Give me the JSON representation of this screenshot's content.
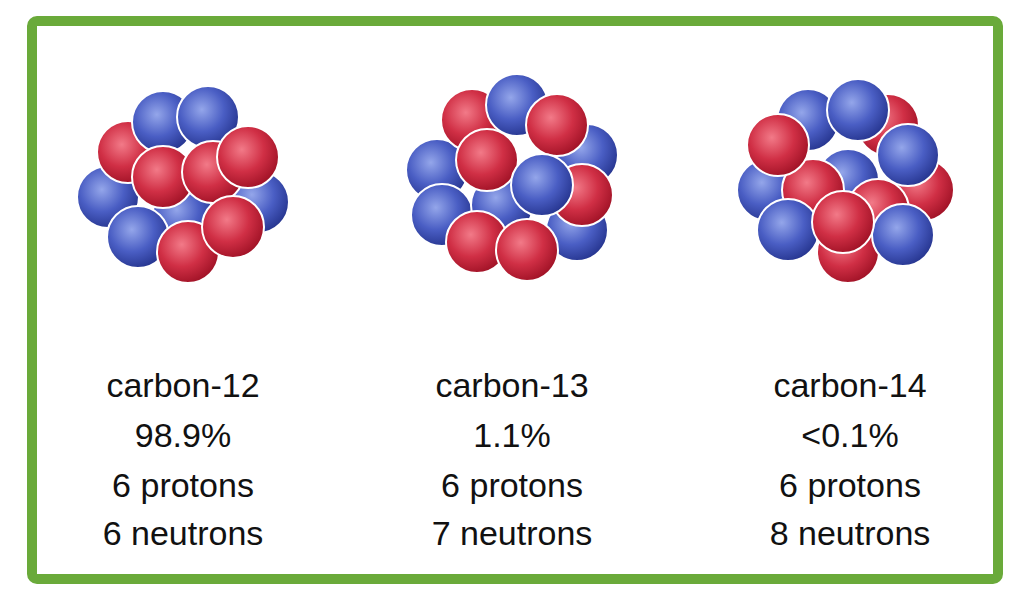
{
  "diagram": {
    "labels": [
      "carbon-12",
      "98.9%",
      "6 protons",
      "6 neutrons",
      "carbon-13",
      "1.1%",
      "6 protons",
      "7 neutrons",
      "carbon-14",
      "<0.1%",
      "6 protons",
      "8 neutrons"
    ]
  }
}
